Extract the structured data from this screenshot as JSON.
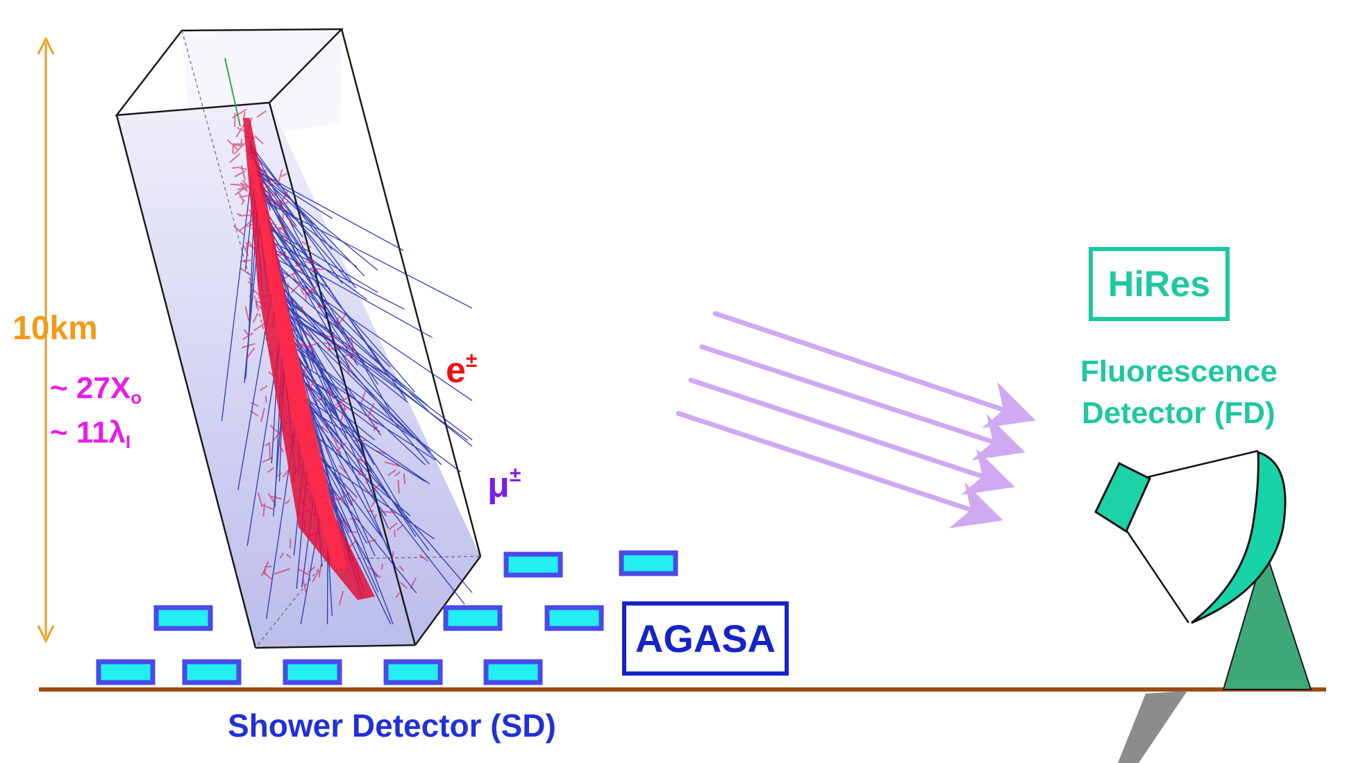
{
  "labels": {
    "height": "10km",
    "depth_x_prefix": "~ 27X",
    "depth_x_sub": "o",
    "depth_l_prefix": "~ 11λ",
    "depth_l_sub": "I",
    "electron_base": "e",
    "electron_sup": "±",
    "muon_base": "μ",
    "muon_sup": "±",
    "agasa": "AGASA",
    "hires": "HiRes",
    "fd_line1": "Fluorescence",
    "fd_line2": "Detector (FD)",
    "sd": "Shower Detector (SD)"
  },
  "colors": {
    "height": "#f29b19",
    "depth": "#e61ee6",
    "electron": "#e81515",
    "muon": "#7a1ee6",
    "sd": "#2230d6",
    "agasa": "#1424c8",
    "hires": "#1ec8a0",
    "fd_text": "#1ec8a0",
    "ground": "#9e4a12",
    "detector_fill": "#22f0f0",
    "detector_border": "#4a4ae8",
    "light_rays": "#cfa9f2",
    "mirror": "#18d2a8",
    "stand": "#3fa878",
    "shadow": "#8c8c8c",
    "shower_core": "#e0103a",
    "shower_tracks": "#1c2aa6",
    "box_fill": "#c9c9ee"
  },
  "icons": [
    "height-arrow-icon",
    "light-ray-arrow-icon",
    "telescope-icon",
    "detector-tile-icon"
  ]
}
